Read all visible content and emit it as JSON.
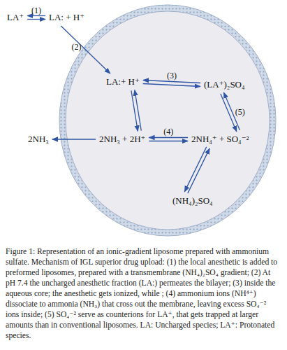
{
  "diagram": {
    "caption": "Figure 1: Representation of an ionic-gradient liposome prepared with ammonium sulfate. Mechanism of IGL superior drug upload: (1) the local anesthetic is added to preformed liposomes, prepared with a transmembrane (NH₄)₂SO₄ gradient; (2) At pH 7.4 the uncharged anesthetic fraction (LA:) permeates the bilayer; (3) inside the aqueous core; the anesthetic gets ionized, while ; (4) ammonium ions (NH⁴⁺) dissociate to ammonia (NH₃) that cross out the membrane, leaving excess SO₄⁻² ions inside; (5) SO₄⁻² serve as counterions for LA⁺, that gets trapped at larger amounts than in conventional liposomes. LA: Uncharged species; LA⁺: Protonated species.",
    "nodes": [
      {
        "text": [
          "LA⁺"
        ]
      },
      {
        "text": [
          "LA: + H⁺"
        ]
      },
      {
        "text": [
          "LA:+ H⁺"
        ]
      },
      {
        "text": [
          "(LA⁺)₂SO₄"
        ]
      },
      {
        "text": [
          "2NH₃"
        ]
      },
      {
        "text": [
          "2NH₃ + 2H⁺"
        ]
      },
      {
        "text": [
          "2NH₄⁺ + SO₄⁻²"
        ]
      },
      {
        "text": [
          "(NH₄)₂SO₄"
        ]
      }
    ],
    "edges": [
      {
        "from": 0,
        "to": 1,
        "label": "(1)",
        "arrow": "both"
      },
      {
        "from": 1,
        "to": 2,
        "label": "(2)",
        "arrow": "to"
      },
      {
        "from": 2,
        "to": 3,
        "label": "(3)",
        "arrow": "both"
      },
      {
        "from": 5,
        "to": 4,
        "arrow": "to"
      },
      {
        "from": 5,
        "to": 6,
        "label": "(4)",
        "arrow": "both"
      },
      {
        "from": 3,
        "to": 6,
        "label": "(5)",
        "arrow": "both"
      },
      {
        "from": 7,
        "to": 6,
        "arrow": "both"
      },
      {
        "from": 2,
        "to": 5,
        "arrow": "both"
      }
    ]
  }
}
